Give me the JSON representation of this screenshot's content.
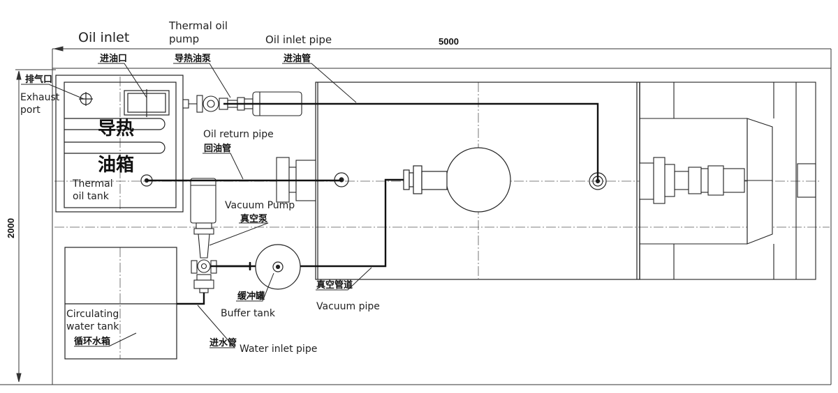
{
  "labels": {
    "oil_inlet_en": "Oil inlet",
    "oil_inlet_cn": "进油口",
    "thermal_oil_pump_en_1": "Thermal oil",
    "thermal_oil_pump_en_2": "pump",
    "thermal_oil_pump_cn": "导热油泵",
    "oil_inlet_pipe_en": "Oil inlet pipe",
    "oil_inlet_pipe_cn": "进油管",
    "exhaust_port_cn": "排气口",
    "exhaust_port_en_1": "Exhaust",
    "exhaust_port_en_2": "port",
    "thermal_oil_tank_cn_1": "导热",
    "thermal_oil_tank_cn_2": "油箱",
    "thermal_oil_tank_en_1": "Thermal",
    "thermal_oil_tank_en_2": "oil tank",
    "oil_return_pipe_en": "Oil return pipe",
    "oil_return_pipe_cn": "回油管",
    "vacuum_pump_en": "Vacuum Pump",
    "vacuum_pump_cn": "真空泵",
    "buffer_tank_cn": "缓冲罐",
    "buffer_tank_en": "Buffer tank",
    "vacuum_pipe_cn": "真空管道",
    "vacuum_pipe_en": "Vacuum pipe",
    "circulating_water_tank_en_1": "Circulating",
    "circulating_water_tank_en_2": "water tank",
    "circulating_water_tank_cn": "循环水箱",
    "water_inlet_pipe_cn": "进水管",
    "water_inlet_pipe_en": "Water inlet pipe"
  },
  "dimensions": {
    "width": "5000",
    "height": "2000"
  }
}
